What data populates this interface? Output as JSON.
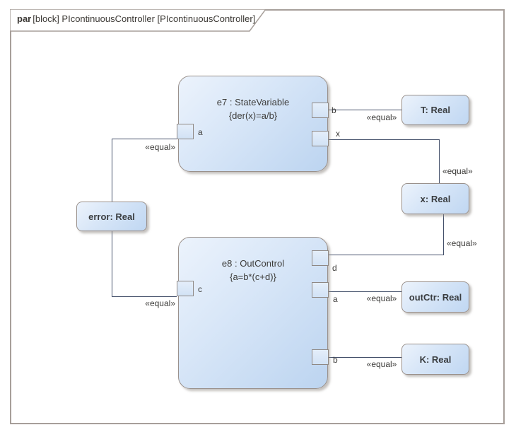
{
  "frame": {
    "keyword": "par",
    "title": "[block] PIcontinuousController [PIcontinuousController]"
  },
  "diagram": {
    "blocks": [
      {
        "id": "e7",
        "name": "e7 : StateVariable",
        "constraint": "{der(x)=a/b}"
      },
      {
        "id": "e8",
        "name": "e8 : OutControl",
        "constraint": "{a=b*(c+d)}"
      }
    ],
    "ports": {
      "e7_a": "a",
      "e7_b": "b",
      "e7_x": "x",
      "e8_c": "c",
      "e8_d": "d",
      "e8_a": "a",
      "e8_b": "b"
    },
    "values": {
      "T": "T: Real",
      "x": "x: Real",
      "error": "error: Real",
      "outCtr": "outCtr: Real",
      "K": "K: Real"
    },
    "stereotype": "«equal»"
  },
  "colors": {
    "block_fill_light": "#ecf3fc",
    "block_fill_dark": "#bcd4f0",
    "element_border": "#9a918c",
    "connector": "#44506a",
    "frame_border": "#a79f9a"
  }
}
